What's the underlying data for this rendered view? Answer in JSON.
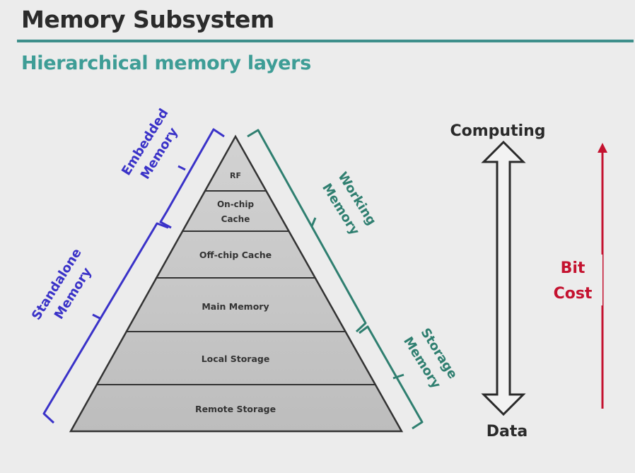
{
  "slide": {
    "title": "Memory Subsystem",
    "subtitle": "Hierarchical memory layers"
  },
  "pyramid": {
    "layers": [
      {
        "label": "RF"
      },
      {
        "label": "On-chip",
        "label2": "Cache"
      },
      {
        "label": "Off-chip Cache"
      },
      {
        "label": "Main Memory"
      },
      {
        "label": "Local Storage"
      },
      {
        "label": "Remote Storage"
      }
    ]
  },
  "brackets": {
    "embedded": {
      "line1": "Embedded",
      "line2": "Memory",
      "color": "#3a32c8"
    },
    "standalone": {
      "line1": "Standalone",
      "line2": "Memory",
      "color": "#3a32c8"
    },
    "working": {
      "line1": "Working",
      "line2": "Memory",
      "color": "#2f7f70"
    },
    "storage": {
      "line1": "Storage",
      "line2": "Memory",
      "color": "#2f7f70"
    }
  },
  "axis": {
    "top_label": "Computing",
    "bottom_label": "Data"
  },
  "bitcost": {
    "line1": "Bit",
    "line2": "Cost",
    "color": "#c4122f"
  }
}
